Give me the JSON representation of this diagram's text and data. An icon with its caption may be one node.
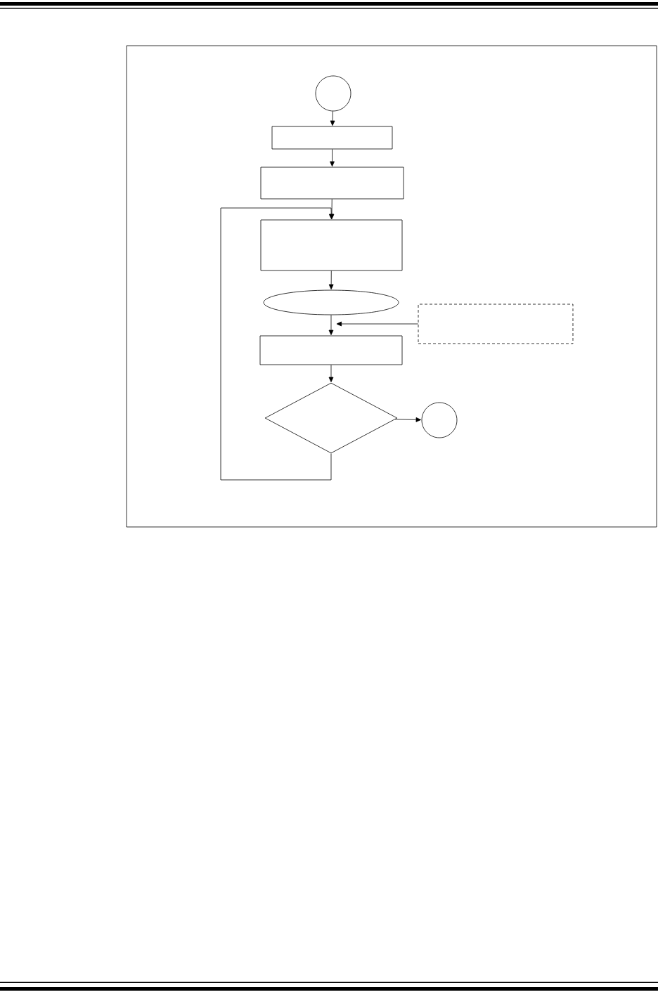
{
  "diagram": {
    "nodes": [
      {
        "text": [],
        "shape": "circle"
      },
      {
        "text": [],
        "shape": "box"
      },
      {
        "text": [],
        "shape": "box"
      },
      {
        "text": [],
        "shape": "box"
      },
      {
        "text": [],
        "shape": "ellipse"
      },
      {
        "text": [],
        "shape": "box"
      },
      {
        "text": [],
        "shape": "box"
      },
      {
        "text": [],
        "shape": "diamond"
      },
      {
        "text": [],
        "shape": "circle"
      }
    ],
    "edges": [
      {
        "from": 0,
        "to": 1,
        "arrow": "to"
      },
      {
        "from": 1,
        "to": 2,
        "arrow": "to"
      },
      {
        "from": 2,
        "to": 3,
        "arrow": "to"
      },
      {
        "from": 3,
        "to": 4,
        "arrow": "to"
      },
      {
        "from": 4,
        "to": 5,
        "arrow": "to"
      },
      {
        "from": 6,
        "to": 4,
        "arrow": "to"
      },
      {
        "from": 5,
        "to": 7,
        "arrow": "to"
      },
      {
        "from": 7,
        "to": 8,
        "arrow": "to"
      },
      {
        "from": 7,
        "to": 3,
        "arrow": "to"
      }
    ]
  }
}
